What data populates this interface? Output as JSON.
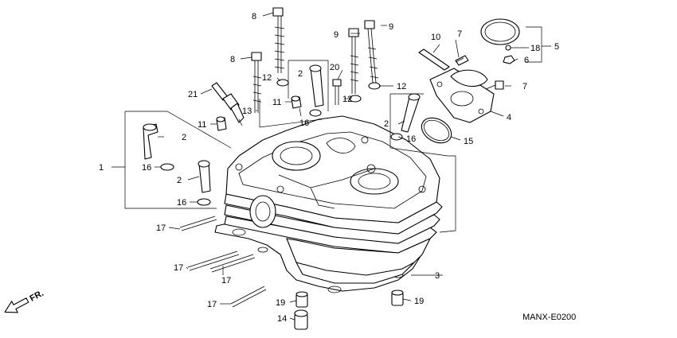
{
  "diagram": {
    "labels": {
      "c1": "1",
      "c2a": "2",
      "c2b": "2",
      "c2c": "2",
      "c2d": "2",
      "c3": "3",
      "c4": "4",
      "c5": "5",
      "c6": "6",
      "c7a": "7",
      "c7b": "7",
      "c8a": "8",
      "c8b": "8",
      "c9a": "9",
      "c9b": "9",
      "c10": "10",
      "c11a": "11",
      "c11b": "11",
      "c12a": "12",
      "c12b": "12",
      "c12c": "12",
      "c13": "13",
      "c14": "14",
      "c15": "15",
      "c16a": "16",
      "c16b": "16",
      "c16c": "16",
      "c16d": "16",
      "c17a": "17",
      "c17b": "17",
      "c17c": "17",
      "c17d": "17",
      "c18": "18",
      "c19a": "19",
      "c19b": "19",
      "c20": "20",
      "c21": "21"
    },
    "direction_label": "FR.",
    "diagram_code": "MANX-E0200"
  }
}
